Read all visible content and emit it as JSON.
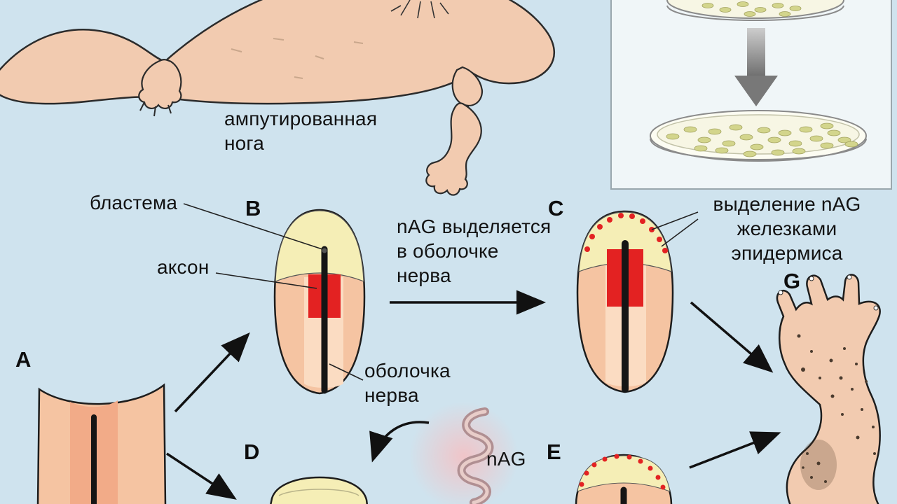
{
  "palette": {
    "background": "#cfe3ee",
    "body_pink": "#f2cbb0",
    "stump_pink": "#f5c4a2",
    "inner_pink": "#fbdcc2",
    "inner_salmon": "#f2ab88",
    "blastema_cream": "#f5eeb6",
    "nerve_sheath_red": "#e32222",
    "axon_black": "#151515",
    "panel_bg": "#f0f6f8",
    "dish_fill": "#f7f6e4",
    "speck_yellow": "#d3d58c",
    "arrow_black": "#111111"
  },
  "labels": {
    "amputated_leg": "ампутированная\nнога",
    "blastema": "бластема",
    "axon": "аксон",
    "nag_secreted": "nAG выделяется\nв оболочке\nнерва",
    "nerve_sheath": "оболочка\nнерва",
    "nag_glands": "выделение nAG\nжелезками\nэпидермиса",
    "nag": "nAG"
  },
  "stages": {
    "a": "A",
    "b": "B",
    "c": "C",
    "d": "D",
    "e": "E",
    "g": "G"
  }
}
